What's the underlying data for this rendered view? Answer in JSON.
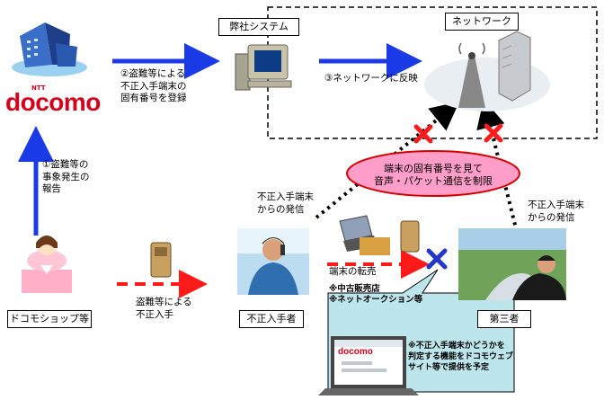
{
  "logo": {
    "small_text": "NTT",
    "brand": "docomo",
    "color": "#d6001c"
  },
  "colors": {
    "blue_arrow": "#1a3ae6",
    "red_dash": "#ff1a1a",
    "red_x": "#ff1a1a",
    "blue_x": "#2237c8",
    "callout_pink": "#ff9ec8",
    "callout_border": "#d40000",
    "screen_callout": "#bde6ec"
  },
  "boxes": {
    "system": "弊社システム",
    "network": "ネットワーク",
    "shop": "ドコモショップ等",
    "fraud": "不正入手者",
    "third": "第三者"
  },
  "steps": {
    "s1": [
      "①盗難等の",
      "事象発生の",
      "報告"
    ],
    "s2": [
      "②盗難等による",
      "不正入手端末の",
      "固有番号を登録"
    ],
    "s3": "③ネットワークに反映"
  },
  "callout": [
    "端末の固有番号を見て",
    "音声・パケット通信を制限"
  ],
  "labels": {
    "fraud_call": [
      "不正入手端末",
      "からの発信"
    ],
    "third_call": [
      "不正入手端末",
      "からの発信"
    ],
    "theft": [
      "盗難等による",
      "不正入手"
    ],
    "resale": "端末の転売",
    "resale_notes": [
      "※中古販売店",
      "※ネットオークション等"
    ],
    "note": [
      "※不正入手端末かどうかを",
      "判定する機能をドコモウェブ",
      "サイト等で提供を予定"
    ]
  },
  "icons": [
    "building-icon",
    "pc-icon",
    "antenna-server-icon",
    "shop-staff-icon",
    "phone-icon",
    "caller-man-icon",
    "auction-pc-icon",
    "third-party-man-icon",
    "laptop-icon"
  ]
}
